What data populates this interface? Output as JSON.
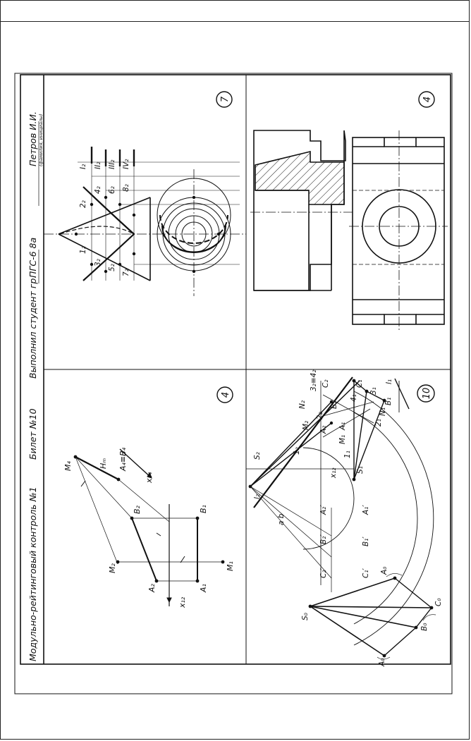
{
  "title_block": {
    "control_title": "Модульно-рейтинговый контроль №1",
    "ticket": "Билет №10",
    "done_by": "Выполнил студент гр.",
    "group": "ПГС-6 8а",
    "student": "Петров И.И.",
    "student_caption": "(фамилия, инициалы)"
  },
  "task_numbers": {
    "top_left": "4",
    "top_right": "10",
    "bottom_left": "7",
    "bottom_right": "4"
  },
  "task4_labels": {
    "M4": "M₄",
    "A4B4": "A₄≡B₄",
    "x24": "x₂₄",
    "Hm": "Hₘ",
    "M2": "M₂",
    "B2": "B₂",
    "B1": "B₁",
    "A2": "A₂",
    "A1": "A₁",
    "M1": "M₁",
    "x12": "x₁₂"
  },
  "task10_labels": {
    "S2": "S₂",
    "l2": "l₂",
    "N2": "N₂",
    "C2": "C₂",
    "C1": "C₁",
    "l1": "l₁",
    "B2": "B₂",
    "B1": "B₁",
    "A2": "A₂",
    "A1": "A₁",
    "M2": "M₂",
    "M1": "M₁",
    "N1": "N₁",
    "S1": "S₁",
    "x12": "x₁₂",
    "D2": "2₂",
    "D1": "2₁",
    "E2": "1₂",
    "E1": "1₁",
    "F": "3₂≡4₂",
    "G1": "4₁",
    "H1": "3₁",
    "A2p": "A₂′",
    "B2p": "B₂′",
    "C2p": "C₂′",
    "A1p": "A₁′",
    "B1p": "B₁′",
    "C1p": "C₁′",
    "S0": "S₀",
    "A0": "A₀",
    "B0": "B₀",
    "C0": "C₀",
    "ab": "a b"
  },
  "task7_labels": {
    "r1": "I₂",
    "r2": "II₂",
    "r3": "III₂",
    "r4": "IV₂",
    "p12": "1₂",
    "p22": "2₂",
    "p32": "3₂",
    "p42": "4₂",
    "p52": "5₂",
    "p62": "6₂",
    "p72": "7₂",
    "p82": "8₂"
  }
}
